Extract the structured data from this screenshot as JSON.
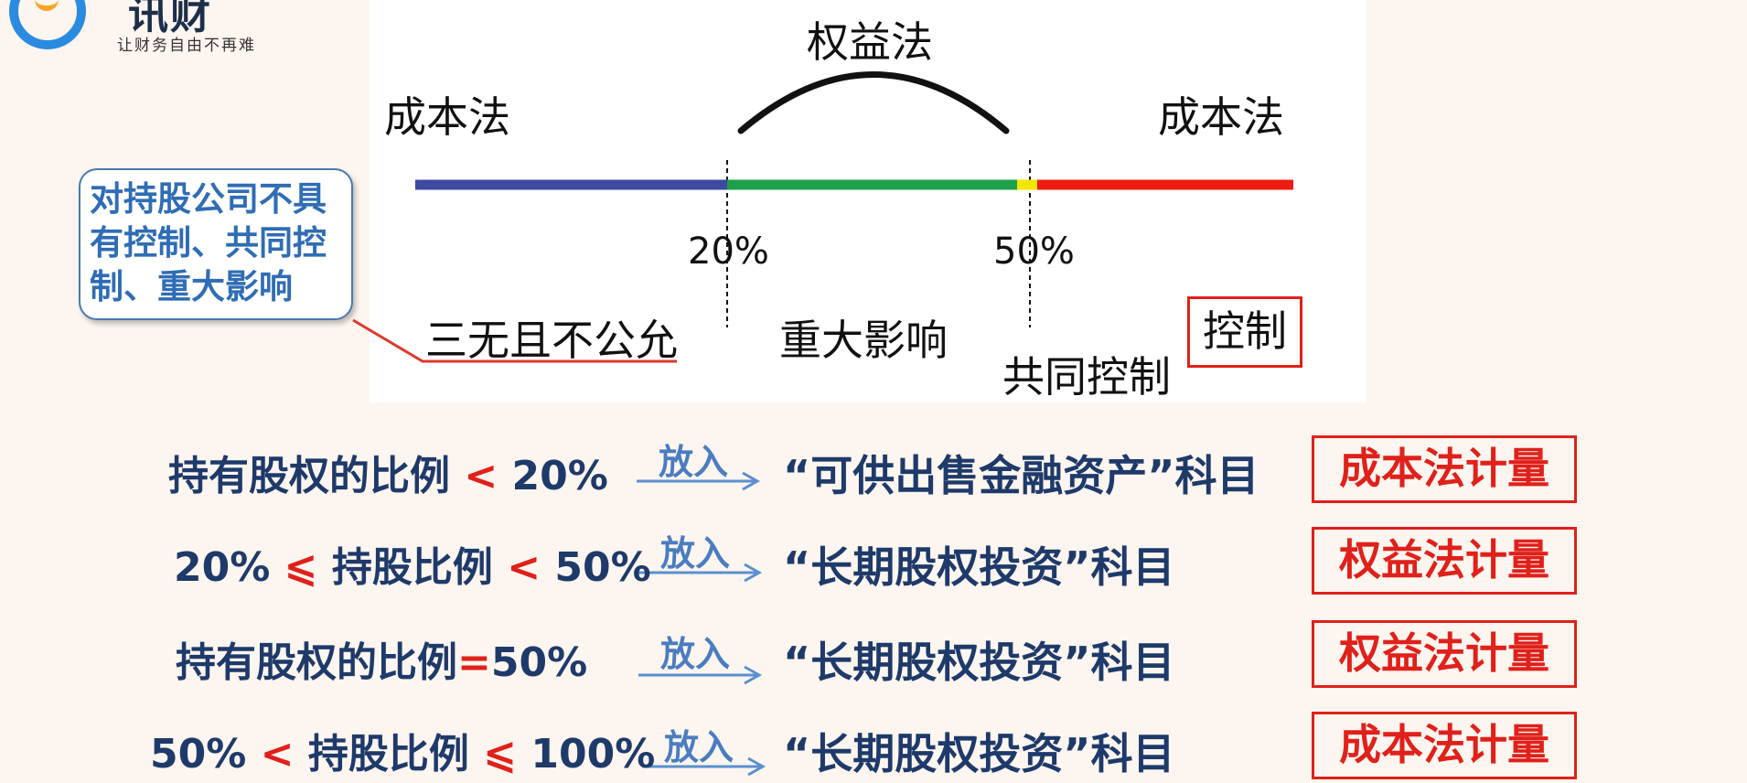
{
  "logo": {
    "brand": "讯财",
    "slogan": "让财务自由不再难"
  },
  "diagram": {
    "top_label": "权益法",
    "left_method": "成本法",
    "right_method": "成本法",
    "pct_20": "20%",
    "pct_50": "50%",
    "zone_left": "三无且不公允",
    "zone_mid": "重大影响",
    "zone_joint": "共同控制",
    "zone_control": "控制",
    "callout": "对持股公司不具有控制、共同控制、重大影响",
    "colors": {
      "seg1": "#3c4aa0",
      "seg2": "#1ea04a",
      "seg3": "#f3e600",
      "seg4": "#ee1c10"
    }
  },
  "rows": [
    {
      "pre": "持有股权的比例",
      "op1": "<",
      "mid": "",
      "op2": "",
      "post": "20%",
      "put": "放入",
      "account": "“可供出售金融资产”科目",
      "method": "成本法计量"
    },
    {
      "pre": "20%",
      "op1": "⩽",
      "mid": "持股比例",
      "op2": "<",
      "post": "50%",
      "put": "放入",
      "account": "“长期股权投资”科目",
      "method": "权益法计量"
    },
    {
      "pre": "持有股权的比例",
      "op1": "=",
      "mid": "",
      "op2": "",
      "post": "50%",
      "put": "放入",
      "account": "“长期股权投资”科目",
      "method": "权益法计量"
    },
    {
      "pre": "50%",
      "op1": "<",
      "mid": "持股比例",
      "op2": "⩽",
      "post": "100%",
      "put": "放入",
      "account": "“长期股权投资”科目",
      "method": "成本法计量"
    }
  ]
}
